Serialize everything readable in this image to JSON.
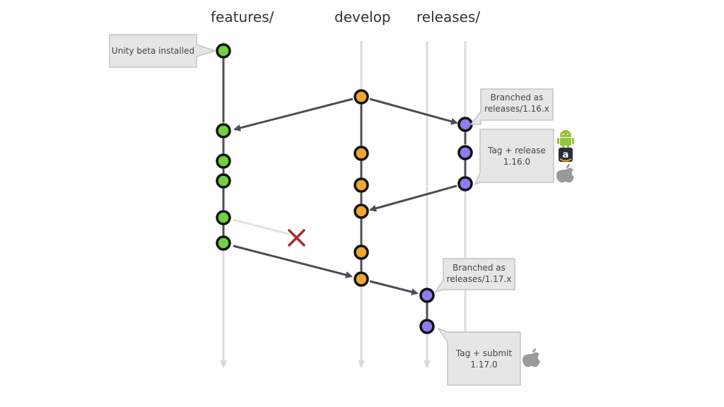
{
  "headers": {
    "features": "features/",
    "develop": "develop",
    "releases": "releases/"
  },
  "callouts": {
    "unity": "Unity beta installed",
    "branched_116": [
      "Branched as",
      "releases/1.16.x"
    ],
    "tag_release": [
      "Tag + release",
      "1.16.0"
    ],
    "branched_117": [
      "Branched as",
      "releases/1.17.x"
    ],
    "tag_submit": [
      "Tag + submit",
      "1.17.0"
    ]
  },
  "colors": {
    "features": "#6fd13f",
    "develop": "#f2a531",
    "releases": "#8d7ef0",
    "lane": "#d9d9d9",
    "arrow": "#4a4f57",
    "cross": "#b02828",
    "callout_fill": "#e6e6e6",
    "callout_stroke": "#c3c3c3"
  },
  "icons": {
    "release_platforms": [
      "android-icon",
      "amazon-icon",
      "apple-icon"
    ],
    "submit_platform": "apple-icon"
  }
}
